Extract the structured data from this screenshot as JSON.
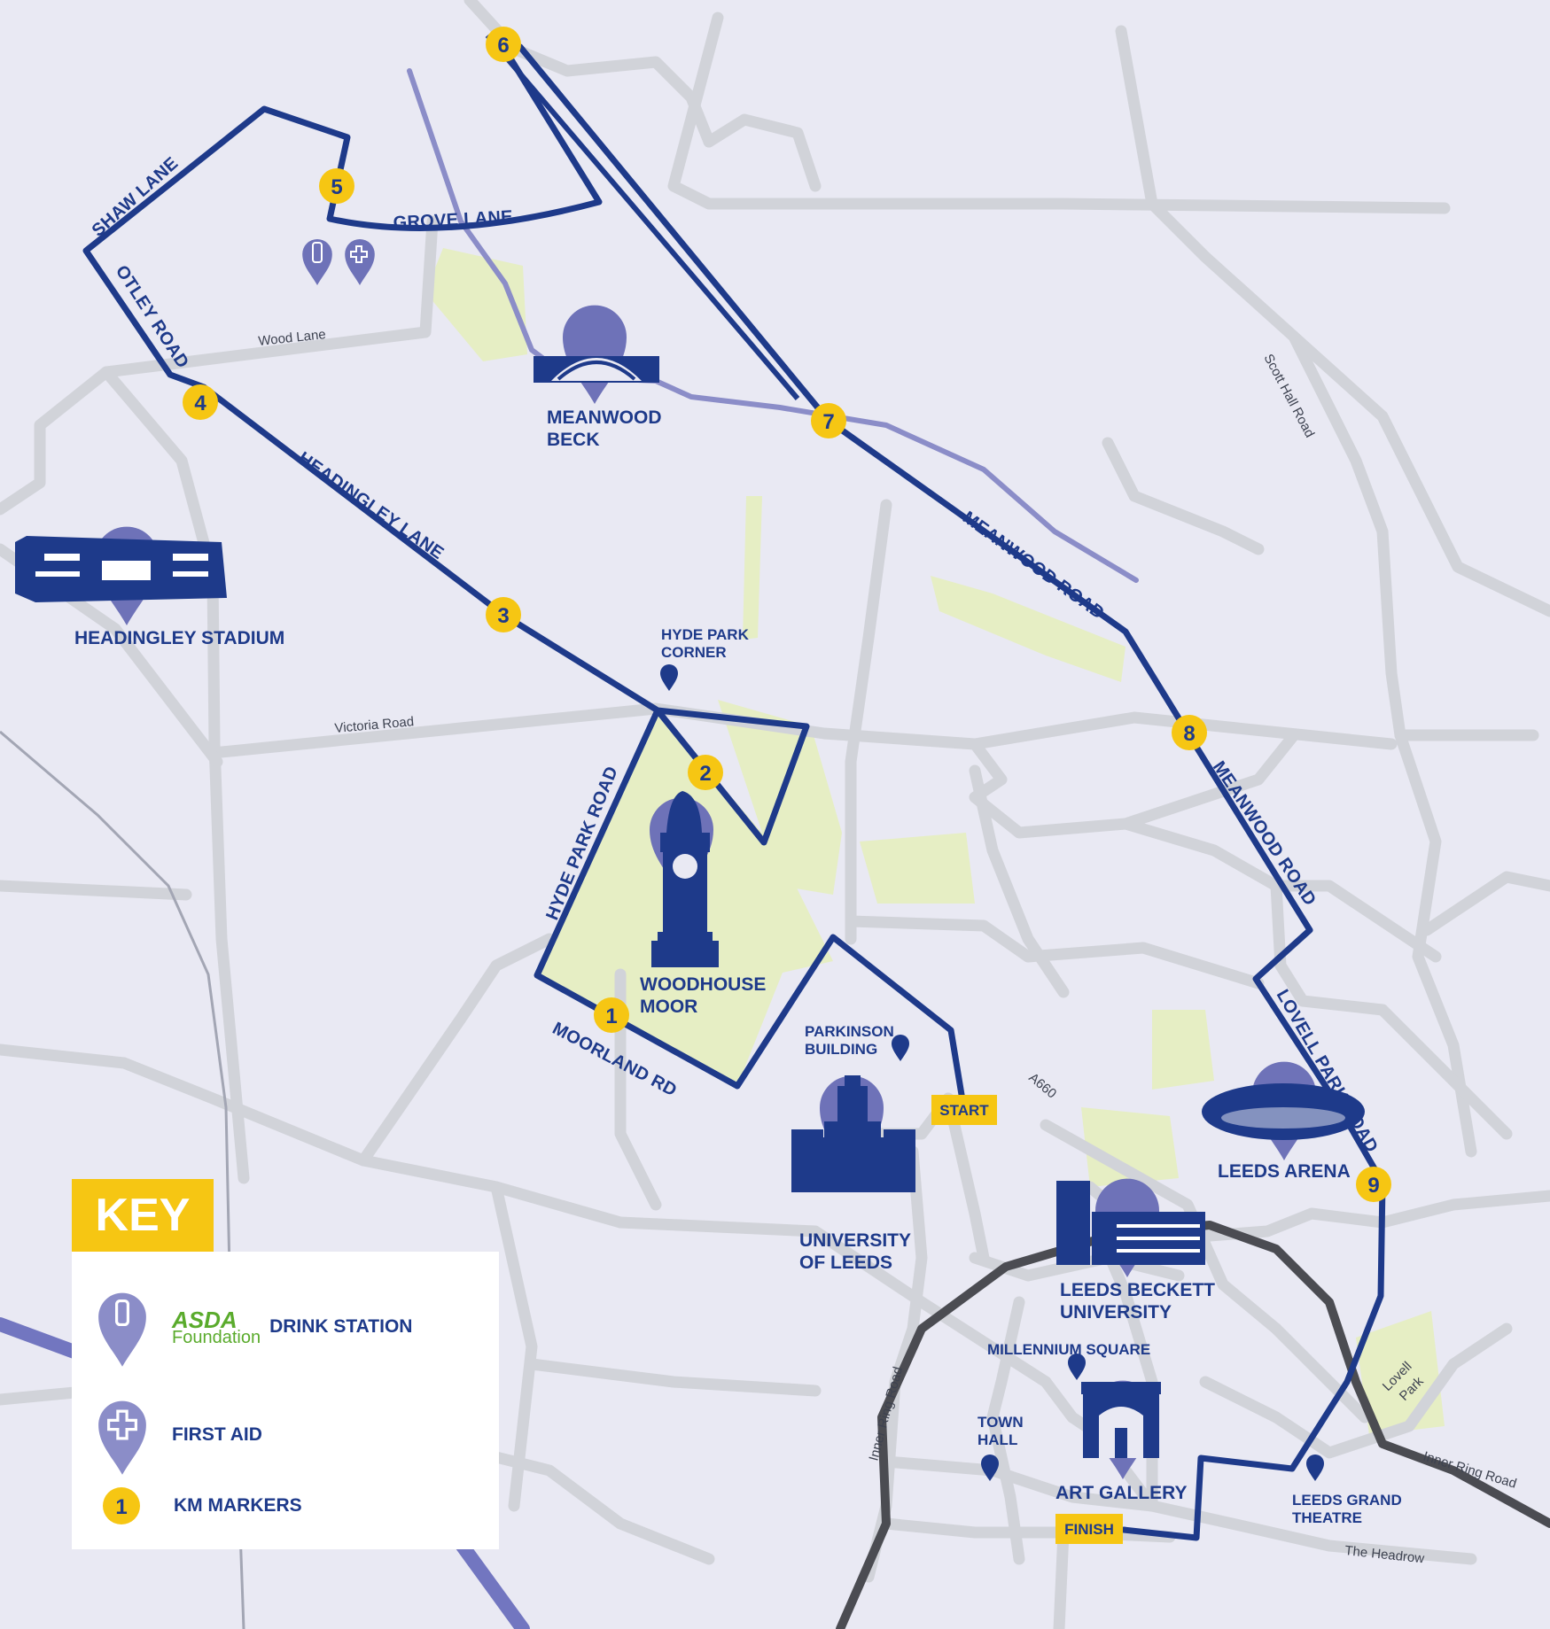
{
  "route_labels": {
    "shaw_lane": "SHAW LANE",
    "grove_lane": "GROVE LANE",
    "otley_road": "OTLEY ROAD",
    "headingley_lane": "HEADINGLEY LANE",
    "hyde_park_road": "HYDE PARK ROAD",
    "moorland_rd": "MOORLAND RD",
    "meanwood_road_1": "MEANWOOD ROAD",
    "meanwood_road_2": "MEANWOOD ROAD",
    "lovell_park_road": "LOVELL PARK ROAD"
  },
  "street_labels": {
    "wood_lane": "Wood Lane",
    "victoria_road": "Victoria Road",
    "scott_hall_road": "Scott Hall Road",
    "a660": "A660",
    "inner_ring_road_1": "Inner Ring Road",
    "inner_ring_road_2": "Inner Ring Road",
    "the_headrow": "The Headrow",
    "lovell_park_1": "Lovell",
    "lovell_park_2": "Park"
  },
  "poi": {
    "meanwood_beck_1": "MEANWOOD",
    "meanwood_beck_2": "BECK",
    "headingley_stadium": "HEADINGLEY STADIUM",
    "hyde_park_corner_1": "HYDE PARK",
    "hyde_park_corner_2": "CORNER",
    "woodhouse_moor_1": "WOODHOUSE",
    "woodhouse_moor_2": "MOOR",
    "parkinson_1": "PARKINSON",
    "parkinson_2": "BUILDING",
    "uni_leeds_1": "UNIVERSITY",
    "uni_leeds_2": "OF LEEDS",
    "leeds_arena": "LEEDS ARENA",
    "leeds_beckett_1": "LEEDS BECKETT",
    "leeds_beckett_2": "UNIVERSITY",
    "millennium_square": "MILLENNIUM SQUARE",
    "town_hall_1": "TOWN",
    "town_hall_2": "HALL",
    "art_gallery": "ART GALLERY",
    "grand_theatre_1": "LEEDS GRAND",
    "grand_theatre_2": "THEATRE"
  },
  "badges": {
    "start": "START",
    "finish": "FINISH"
  },
  "km_markers": [
    "1",
    "2",
    "3",
    "4",
    "5",
    "6",
    "7",
    "8",
    "9"
  ],
  "key": {
    "title": "KEY",
    "asda_top": "ASDA",
    "asda_bottom": "Foundation",
    "drink_station": "DRINK STATION",
    "first_aid": "FIRST AID",
    "km_markers": "KM MARKERS",
    "km_example": "1"
  },
  "colors": {
    "route": "#1e3a8a",
    "marker": "#f6c613",
    "park": "#e6eec4",
    "road": "#d1d3d9",
    "beck": "#8b8dc8",
    "pin": "#6e72b8"
  }
}
